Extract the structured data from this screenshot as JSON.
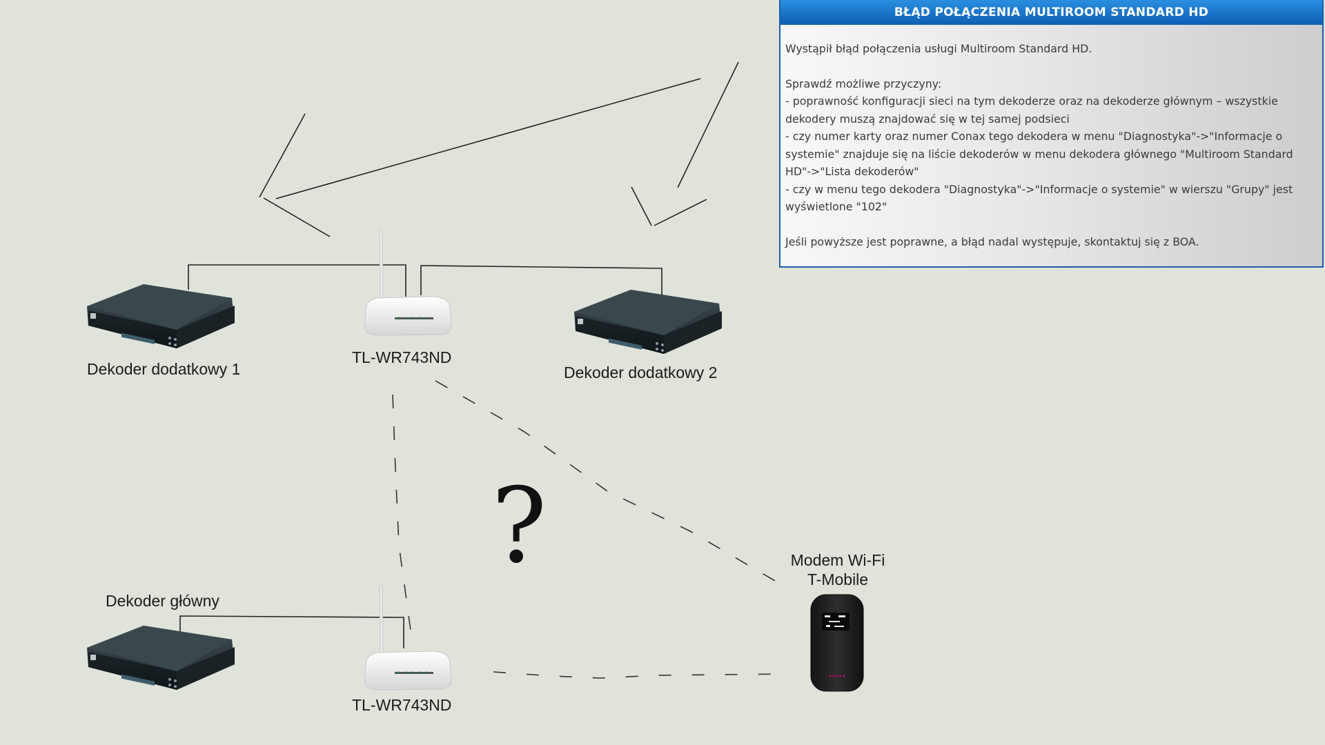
{
  "labels": {
    "decoder1": "Dekoder dodatkowy 1",
    "decoder2": "Dekoder dodatkowy 2",
    "router_top": "TL-WR743ND",
    "decoder_main": "Dekoder główny",
    "router_bottom": "TL-WR743ND",
    "modem_line1": "Modem Wi-Fi",
    "modem_line2": "T-Mobile",
    "question": "?"
  },
  "dialog": {
    "title": "BŁĄD POŁĄCZENIA MULTIROOM STANDARD HD",
    "line1": "Wystąpił błąd połączenia usługi Multiroom Standard HD.",
    "check_header": "Sprawdź możliwe przyczyny:",
    "cause1": "- poprawność konfiguracji sieci na tym dekoderze oraz na dekoderze głównym – wszystkie dekodery muszą znajdować się w tej samej podsieci",
    "cause2": "- czy numer karty oraz numer Conax tego dekodera w menu \"Diagnostyka\"->\"Informacje o systemie\" znajduje się na liście dekoderów w menu dekodera głównego \"Multiroom Standard HD\"->\"Lista dekoderów\"",
    "cause3": "- czy w menu tego dekodera \"Diagnostyka\"->\"Informacje o systemie\" w wierszu \"Grupy\" jest wyświetlone \"102\"",
    "footer": "Jeśli powyższe jest poprawne, a błąd nadal występuje, skontaktuj się z BOA."
  },
  "colors": {
    "background": "#dfe3da",
    "dialog_title_bar": "#0c5eb4",
    "decoder_body": "#2b3438",
    "router_body": "#f4f4f4"
  }
}
